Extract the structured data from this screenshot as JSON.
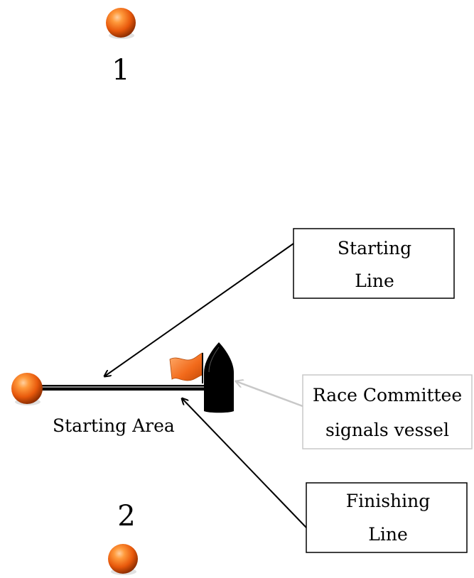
{
  "marks": {
    "mark_1": {
      "label": "1"
    },
    "mark_2": {
      "label": "2"
    }
  },
  "starting_area": {
    "label": "Starting Area"
  },
  "callouts": {
    "starting_line": {
      "line1": "Starting",
      "line2": "Line"
    },
    "race_committee": {
      "line1": "Race Committee",
      "line2": "signals vessel"
    },
    "finishing_line": {
      "line1": "Finishing",
      "line2": "Line"
    }
  },
  "colors": {
    "buoy": "#e8590c",
    "flag": "#f26a1b",
    "vessel": "#000000",
    "arrow": "#000000",
    "signal_arrow": "#c8c8c8"
  }
}
